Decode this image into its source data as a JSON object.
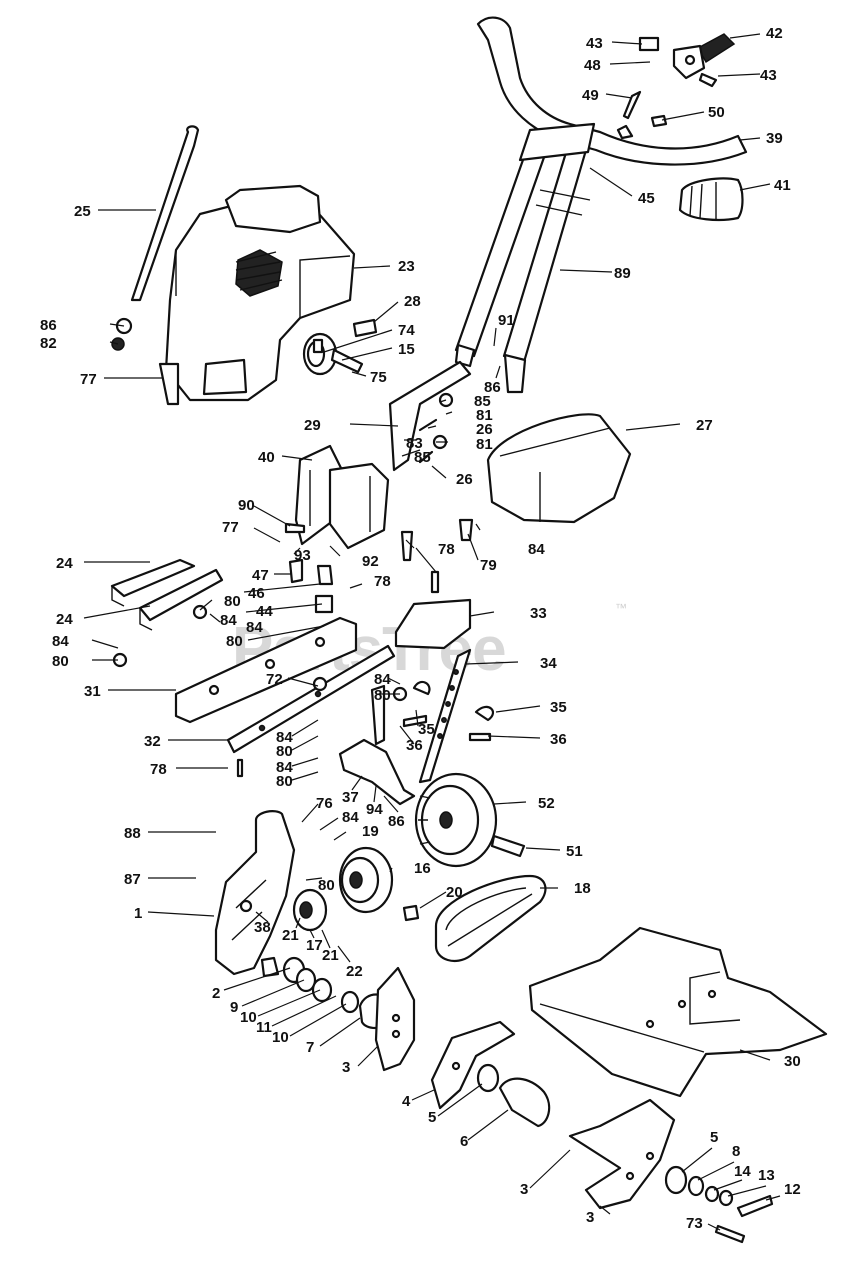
{
  "diagram": {
    "watermark": "PartsTree",
    "trademark": "™",
    "callouts": [
      {
        "id": "c43a",
        "label": "43"
      },
      {
        "id": "c42",
        "label": "42"
      },
      {
        "id": "c48",
        "label": "48"
      },
      {
        "id": "c43b",
        "label": "43"
      },
      {
        "id": "c49",
        "label": "49"
      },
      {
        "id": "c50",
        "label": "50"
      },
      {
        "id": "c39",
        "label": "39"
      },
      {
        "id": "c45",
        "label": "45"
      },
      {
        "id": "c41",
        "label": "41"
      },
      {
        "id": "c25",
        "label": "25"
      },
      {
        "id": "c23",
        "label": "23"
      },
      {
        "id": "c28",
        "label": "28"
      },
      {
        "id": "c74",
        "label": "74"
      },
      {
        "id": "c15",
        "label": "15"
      },
      {
        "id": "c75",
        "label": "75"
      },
      {
        "id": "c86a",
        "label": "86"
      },
      {
        "id": "c82",
        "label": "82"
      },
      {
        "id": "c77a",
        "label": "77"
      },
      {
        "id": "c91",
        "label": "91"
      },
      {
        "id": "c86b",
        "label": "86"
      },
      {
        "id": "c89",
        "label": "89"
      },
      {
        "id": "c85a",
        "label": "85"
      },
      {
        "id": "c81a",
        "label": "81"
      },
      {
        "id": "c29",
        "label": "29"
      },
      {
        "id": "c26a",
        "label": "26"
      },
      {
        "id": "c83",
        "label": "83"
      },
      {
        "id": "c81b",
        "label": "81"
      },
      {
        "id": "c85b",
        "label": "85"
      },
      {
        "id": "c26b",
        "label": "26"
      },
      {
        "id": "c27",
        "label": "27"
      },
      {
        "id": "c40",
        "label": "40"
      },
      {
        "id": "c90",
        "label": "90"
      },
      {
        "id": "c77b",
        "label": "77"
      },
      {
        "id": "c93",
        "label": "93"
      },
      {
        "id": "c92",
        "label": "92"
      },
      {
        "id": "c78a",
        "label": "78"
      },
      {
        "id": "c84a",
        "label": "84"
      },
      {
        "id": "c79",
        "label": "79"
      },
      {
        "id": "c24a",
        "label": "24"
      },
      {
        "id": "c47",
        "label": "47"
      },
      {
        "id": "c46",
        "label": "46"
      },
      {
        "id": "c78b",
        "label": "78"
      },
      {
        "id": "c80a",
        "label": "80"
      },
      {
        "id": "c24b",
        "label": "24"
      },
      {
        "id": "c84b",
        "label": "84"
      },
      {
        "id": "c44",
        "label": "44"
      },
      {
        "id": "c84c",
        "label": "84"
      },
      {
        "id": "c80b",
        "label": "80"
      },
      {
        "id": "c33",
        "label": "33"
      },
      {
        "id": "c84d",
        "label": "84"
      },
      {
        "id": "c80c",
        "label": "80"
      },
      {
        "id": "c34",
        "label": "34"
      },
      {
        "id": "c72",
        "label": "72"
      },
      {
        "id": "c84e",
        "label": "84"
      },
      {
        "id": "c31",
        "label": "31"
      },
      {
        "id": "c80d",
        "label": "80"
      },
      {
        "id": "c35a",
        "label": "35"
      },
      {
        "id": "c35b",
        "label": "35"
      },
      {
        "id": "c32",
        "label": "32"
      },
      {
        "id": "c84f",
        "label": "84"
      },
      {
        "id": "c36a",
        "label": "36"
      },
      {
        "id": "c36b",
        "label": "36"
      },
      {
        "id": "c80e",
        "label": "80"
      },
      {
        "id": "c84g",
        "label": "84"
      },
      {
        "id": "c78c",
        "label": "78"
      },
      {
        "id": "c80f",
        "label": "80"
      },
      {
        "id": "c37",
        "label": "37"
      },
      {
        "id": "c94",
        "label": "94"
      },
      {
        "id": "c86c",
        "label": "86"
      },
      {
        "id": "c52",
        "label": "52"
      },
      {
        "id": "c76",
        "label": "76"
      },
      {
        "id": "c88",
        "label": "88"
      },
      {
        "id": "c84h",
        "label": "84"
      },
      {
        "id": "c19",
        "label": "19"
      },
      {
        "id": "c51",
        "label": "51"
      },
      {
        "id": "c16",
        "label": "16"
      },
      {
        "id": "c87",
        "label": "87"
      },
      {
        "id": "c80g",
        "label": "80"
      },
      {
        "id": "c20",
        "label": "20"
      },
      {
        "id": "c18",
        "label": "18"
      },
      {
        "id": "c1",
        "label": "1"
      },
      {
        "id": "c38",
        "label": "38"
      },
      {
        "id": "c21a",
        "label": "21"
      },
      {
        "id": "c17",
        "label": "17"
      },
      {
        "id": "c21b",
        "label": "21"
      },
      {
        "id": "c22",
        "label": "22"
      },
      {
        "id": "c2",
        "label": "2"
      },
      {
        "id": "c9",
        "label": "9"
      },
      {
        "id": "c10a",
        "label": "10"
      },
      {
        "id": "c11",
        "label": "11"
      },
      {
        "id": "c10b",
        "label": "10"
      },
      {
        "id": "c7",
        "label": "7"
      },
      {
        "id": "c3a",
        "label": "3"
      },
      {
        "id": "c30",
        "label": "30"
      },
      {
        "id": "c4",
        "label": "4"
      },
      {
        "id": "c5a",
        "label": "5"
      },
      {
        "id": "c6",
        "label": "6"
      },
      {
        "id": "c3b",
        "label": "3"
      },
      {
        "id": "c5b",
        "label": "5"
      },
      {
        "id": "c8",
        "label": "8"
      },
      {
        "id": "c14",
        "label": "14"
      },
      {
        "id": "c13",
        "label": "13"
      },
      {
        "id": "c12",
        "label": "12"
      },
      {
        "id": "c3c",
        "label": "3"
      },
      {
        "id": "c73",
        "label": "73"
      }
    ]
  }
}
